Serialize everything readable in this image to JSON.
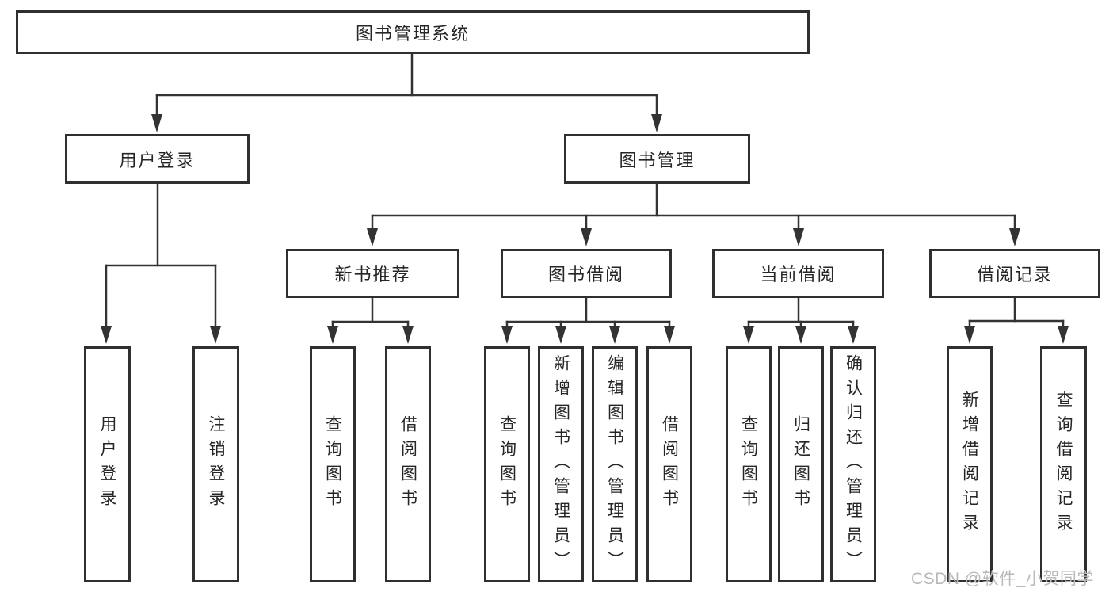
{
  "diagram": {
    "type": "tree",
    "colors": {
      "line": "#333333",
      "box_border": "#2f2f2f",
      "text": "#262626",
      "watermark": "#b9b9b9",
      "background": "#ffffff"
    },
    "nodes": {
      "root": "图书管理系统",
      "user_login": "用户登录",
      "book_mgmt": "图书管理",
      "leaf_user_login": "用户登录",
      "leaf_logout": "注销登录",
      "new_book_rec": "新书推荐",
      "book_borrow": "图书借阅",
      "current_borrow": "当前借阅",
      "borrow_records": "借阅记录",
      "nbr_query_books": "查询图书",
      "nbr_borrow_books": "借阅图书",
      "bb_query_books": "查询图书",
      "bb_add_books": "新增图书（管理员）",
      "bb_edit_books": "编辑图书（管理员）",
      "bb_borrow_books": "借阅图书",
      "cb_query_books": "查询图书",
      "cb_return_books": "归还图书",
      "cb_confirm_return": "确认归还（管理员）",
      "br_add_record": "新增借阅记录",
      "br_query_record": "查询借阅记录"
    },
    "edges": {
      "root": [
        "user_login",
        "book_mgmt"
      ],
      "user_login": [
        "leaf_user_login",
        "leaf_logout"
      ],
      "book_mgmt": [
        "new_book_rec",
        "book_borrow",
        "current_borrow",
        "borrow_records"
      ],
      "new_book_rec": [
        "nbr_query_books",
        "nbr_borrow_books"
      ],
      "book_borrow": [
        "bb_query_books",
        "bb_add_books",
        "bb_edit_books",
        "bb_borrow_books"
      ],
      "current_borrow": [
        "cb_query_books",
        "cb_return_books",
        "cb_confirm_return"
      ],
      "borrow_records": [
        "br_add_record",
        "br_query_record"
      ]
    },
    "watermark": "CSDN @软件_小贺同学"
  }
}
